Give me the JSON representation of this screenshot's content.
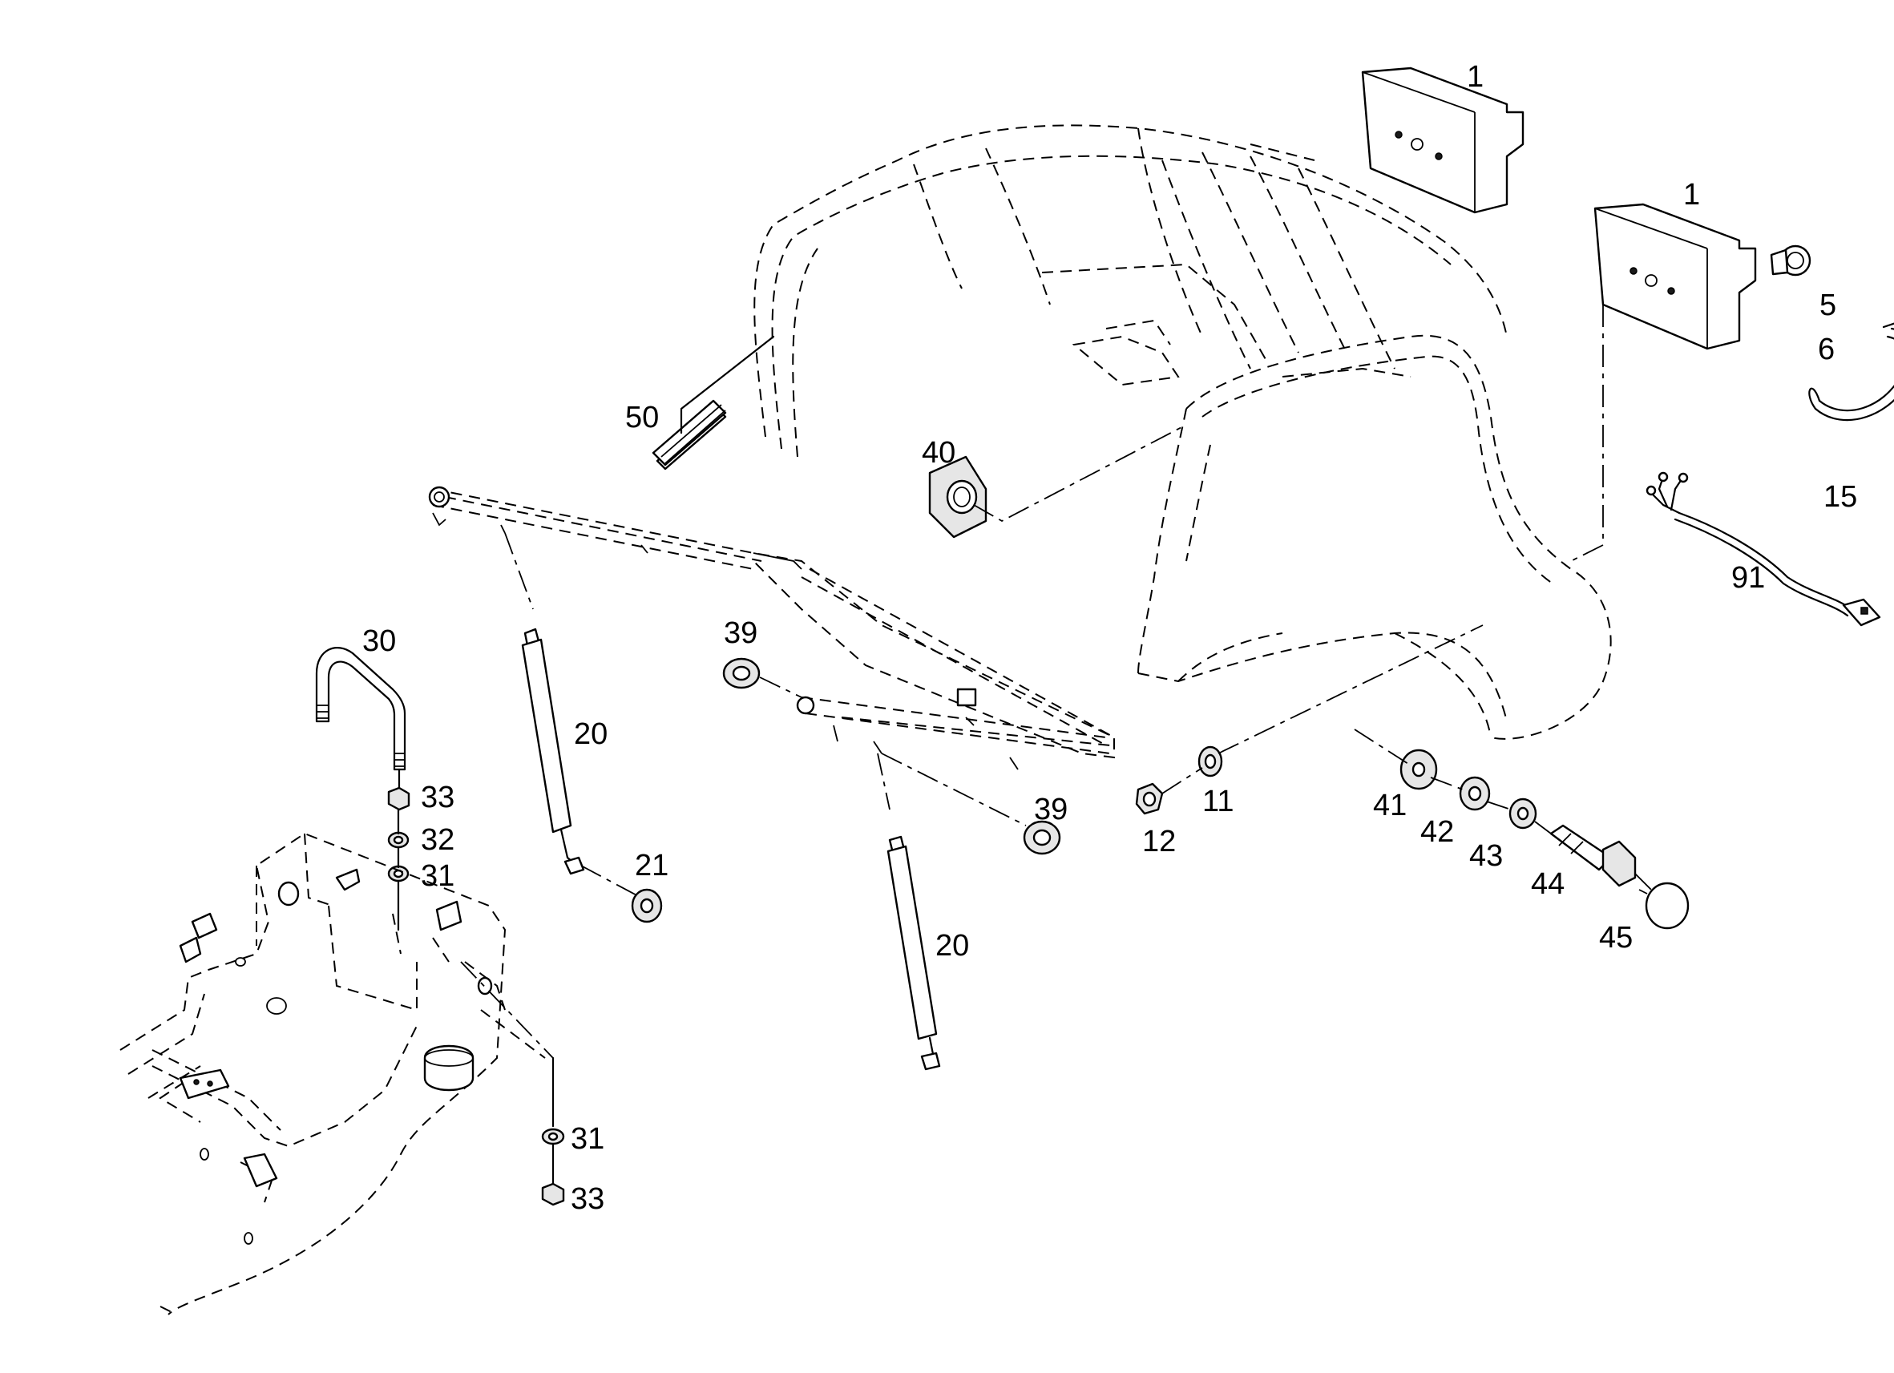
{
  "callouts": {
    "c1a": "1",
    "c1b": "1",
    "c5": "5",
    "c6": "6",
    "c15": "15",
    "c91": "91",
    "c50": "50",
    "c40": "40",
    "c30": "30",
    "c33a": "33",
    "c32": "32",
    "c31a": "31",
    "c20a": "20",
    "c21": "21",
    "c39a": "39",
    "c39b": "39",
    "c20b": "20",
    "c11": "11",
    "c12": "12",
    "c41": "41",
    "c42": "42",
    "c43": "43",
    "c44": "44",
    "c45": "45",
    "c31b": "31",
    "c33b": "33"
  }
}
